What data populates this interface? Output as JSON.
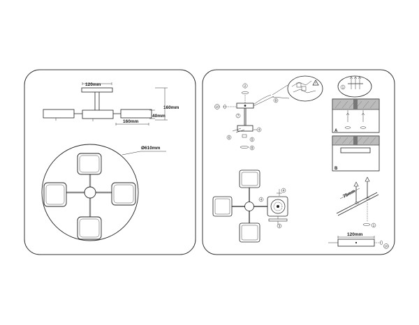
{
  "left_panel": {
    "dims": {
      "canopy_width": "120mm",
      "total_height": "160mm",
      "arm_length": "160mm",
      "shade_height": "40mm",
      "diameter": "Ø610mm"
    }
  },
  "right_panel": {
    "steps": {
      "one": "1",
      "two": "2",
      "three": "3",
      "four": "4",
      "five": "5",
      "six": "6",
      "seven": "7",
      "eight": "8",
      "nine": "9",
      "ten": "10"
    },
    "figure_labels": {
      "a": "A",
      "b": "B"
    },
    "dims": {
      "diagonal": "75mm",
      "plate_width": "120mm"
    }
  }
}
